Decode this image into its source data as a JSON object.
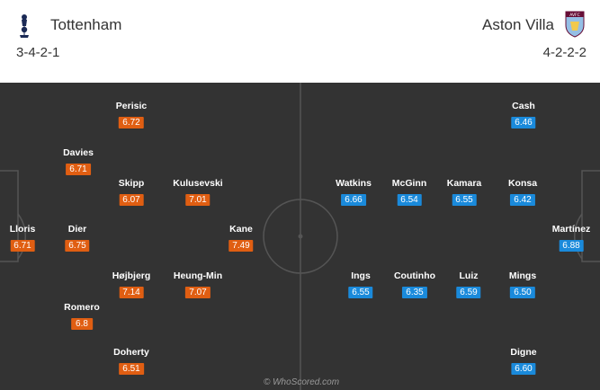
{
  "home": {
    "name": "Tottenham",
    "formation": "3-4-2-1",
    "crest": "tottenham-cockerel-crest",
    "rating_color": "#e05e12",
    "players": [
      {
        "name": "Perisic",
        "rating": "6.72"
      },
      {
        "name": "Davies",
        "rating": "6.71"
      },
      {
        "name": "Skipp",
        "rating": "6.07"
      },
      {
        "name": "Kulusevski",
        "rating": "7.01"
      },
      {
        "name": "Lloris",
        "rating": "6.71"
      },
      {
        "name": "Dier",
        "rating": "6.75"
      },
      {
        "name": "Kane",
        "rating": "7.49"
      },
      {
        "name": "Højbjerg",
        "rating": "7.14"
      },
      {
        "name": "Heung-Min",
        "rating": "7.07"
      },
      {
        "name": "Romero",
        "rating": "6.8"
      },
      {
        "name": "Doherty",
        "rating": "6.51"
      }
    ]
  },
  "away": {
    "name": "Aston Villa",
    "formation": "4-2-2-2",
    "crest": "aston-villa-shield-crest",
    "crest_text": "AVFC",
    "rating_color": "#1a8adb",
    "players": [
      {
        "name": "Cash",
        "rating": "6.46"
      },
      {
        "name": "Watkins",
        "rating": "6.66"
      },
      {
        "name": "McGinn",
        "rating": "6.54"
      },
      {
        "name": "Kamara",
        "rating": "6.55"
      },
      {
        "name": "Konsa",
        "rating": "6.42"
      },
      {
        "name": "Martínez",
        "rating": "6.88"
      },
      {
        "name": "Ings",
        "rating": "6.55"
      },
      {
        "name": "Coutinho",
        "rating": "6.35"
      },
      {
        "name": "Luiz",
        "rating": "6.59"
      },
      {
        "name": "Mings",
        "rating": "6.50"
      },
      {
        "name": "Digne",
        "rating": "6.60"
      }
    ]
  },
  "pitch": {
    "background": "#333333",
    "line_color": "#555555"
  },
  "watermark": "© WhoScored.com"
}
